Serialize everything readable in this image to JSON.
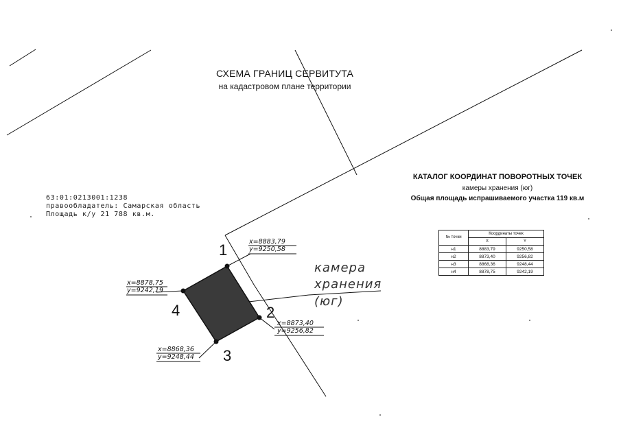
{
  "header": {
    "title": "СХЕМА ГРАНИЦ СЕРВИТУТА",
    "subtitle": "на кадастровом плане территории"
  },
  "parcel": {
    "cadastral_number": "63:01:0213001:1238",
    "owner": "правообладатель: Самарская область",
    "area": "Площадь к/у 21 788 кв.м."
  },
  "catalog": {
    "title": "КАТАЛОГ КООРДИНАТ ПОВОРОТНЫХ ТОЧЕК",
    "object": "камеры хранения (юг)",
    "area": "Общая площадь испрашиваемого участка  119 кв.м",
    "table": {
      "col_point": "№ точки",
      "col_coords": "Координаты точек",
      "col_x": "X",
      "col_y": "Y",
      "rows": [
        {
          "point": "н1",
          "x": "8883,79",
          "y": "9250,58"
        },
        {
          "point": "н2",
          "x": "8873,40",
          "y": "9256,82"
        },
        {
          "point": "н3",
          "x": "8868,36",
          "y": "9248,44"
        },
        {
          "point": "н4",
          "x": "8878,75",
          "y": "9242,19"
        }
      ]
    }
  },
  "plan": {
    "zone_label": [
      "камера",
      "хранения",
      "(юг)"
    ],
    "points": [
      {
        "num": "1",
        "x_label": "x=8883,79",
        "y_label": "y=9250,58"
      },
      {
        "num": "2",
        "x_label": "x=8873,40",
        "y_label": "y=9256,82"
      },
      {
        "num": "3",
        "x_label": "x=8868,36",
        "y_label": "y=9248,44"
      },
      {
        "num": "4",
        "x_label": "x=8878,75",
        "y_label": "y=9242,19"
      }
    ],
    "colors": {
      "fill": "#3a3a3a",
      "line": "#111111"
    }
  }
}
